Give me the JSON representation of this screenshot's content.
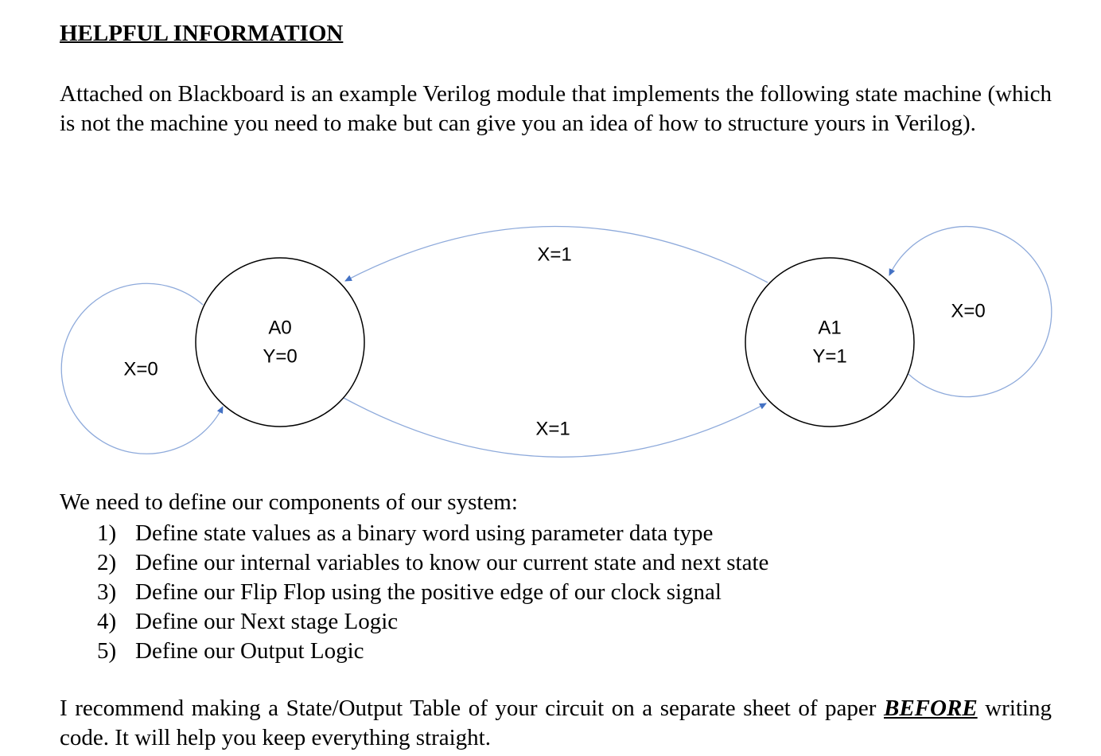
{
  "heading": "HELPFUL INFORMATION",
  "intro": "Attached on Blackboard is an example Verilog module that implements the following state machine (which is not the machine you need to make but can give you an idea of how to structure yours in Verilog).",
  "diagram": {
    "states": [
      {
        "name": "A0",
        "output": "Y=0"
      },
      {
        "name": "A1",
        "output": "Y=1"
      }
    ],
    "transitions": [
      {
        "from": "A0",
        "to": "A0",
        "label": "X=0"
      },
      {
        "from": "A0",
        "to": "A1",
        "label": "X=1"
      },
      {
        "from": "A1",
        "to": "A0",
        "label": "X=1"
      },
      {
        "from": "A1",
        "to": "A1",
        "label": "X=0"
      }
    ],
    "colors": {
      "state_border": "#000000",
      "arrow": "#4472c4"
    }
  },
  "components": {
    "lead": "We need to define our components of our system:",
    "items": [
      {
        "num": "1)",
        "text": "Define state values as a binary word using parameter data type"
      },
      {
        "num": "2)",
        "text": "Define our internal variables to know our current state and next state"
      },
      {
        "num": "3)",
        "text": "Define our Flip Flop using the positive edge of our clock signal"
      },
      {
        "num": "4)",
        "text": "Define our Next stage Logic"
      },
      {
        "num": "5)",
        "text": "Define our Output Logic"
      }
    ]
  },
  "recommendation": {
    "before": "I recommend making a State/Output Table of your circuit on a separate sheet of paper ",
    "emphasis": "BEFORE",
    "after": " writing code.  It will help you keep everything straight."
  }
}
